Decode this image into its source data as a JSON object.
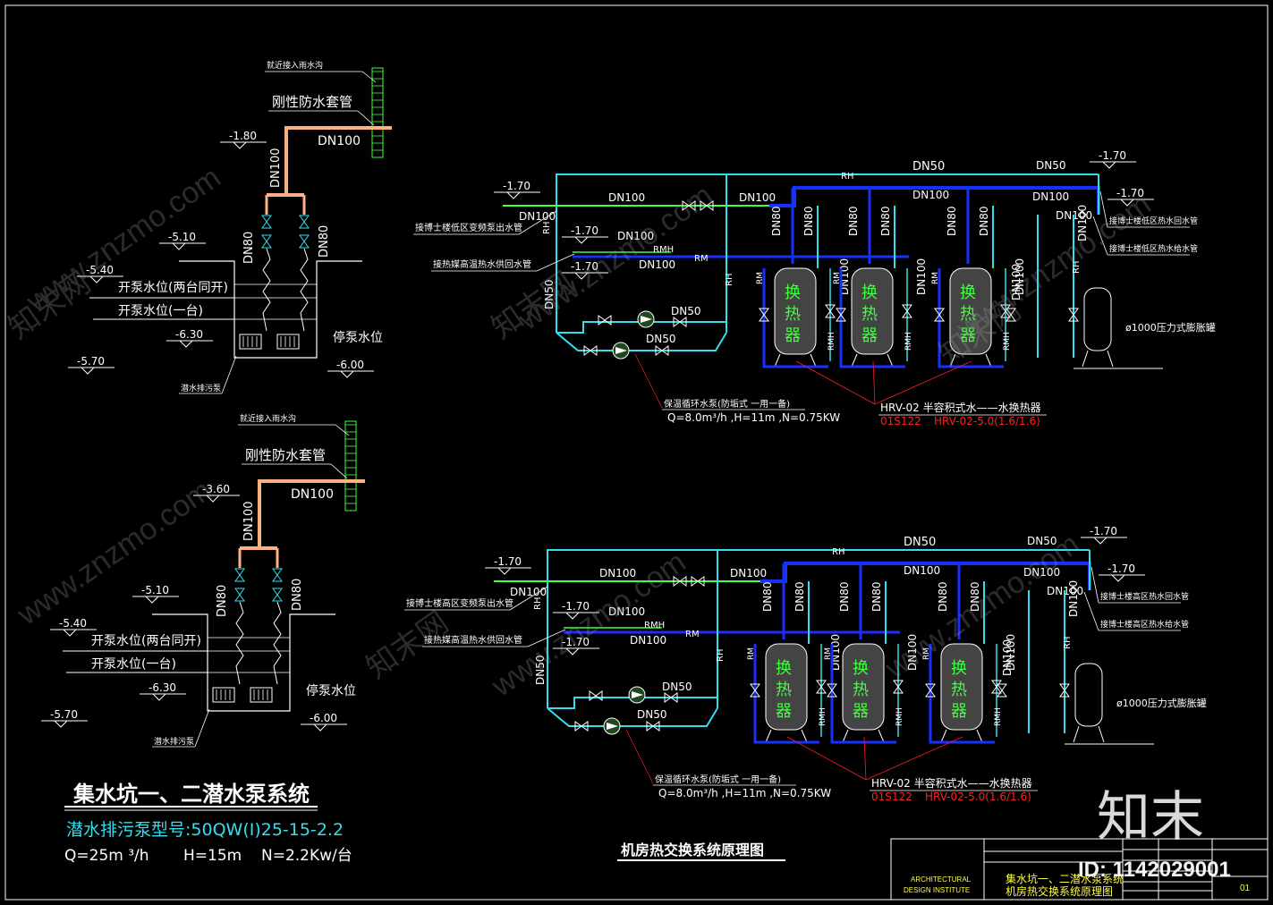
{
  "sump_system": {
    "title": "集水坑一、二潜水泵系统",
    "pump_model": "潜水排污泵型号:50QW(I)25-15-2.2",
    "pump_q": "Q=25m ³/h",
    "pump_h": "H=15m",
    "pump_n": "N=2.2Kw/台"
  },
  "sump_units": [
    {
      "note_top": "就近接入雨水沟",
      "sleeve": "刚性防水套管",
      "dn_main": "DN100",
      "dn_riser": "DN100",
      "dn_left": "DN80",
      "dn_right": "DN80",
      "el_top": "-1.80",
      "el_ground": "-5.10",
      "el_left": "-5.40",
      "el_mid": "-6.30",
      "el_outer": "-5.70",
      "el_bottom": "-6.00",
      "level_both": "开泵水位(两台同开)",
      "level_one": "开泵水位(一台)",
      "level_stop": "停泵水位",
      "pump_label": "潜水排污泵"
    },
    {
      "note_top": "就近接入雨水沟",
      "sleeve": "刚性防水套管",
      "dn_main": "DN100",
      "dn_riser": "DN100",
      "dn_left": "DN80",
      "dn_right": "DN80",
      "el_top": "-3.60",
      "el_ground": "-5.10",
      "el_left": "-5.40",
      "el_mid": "-6.30",
      "el_outer": "-5.70",
      "el_bottom": "-6.00",
      "level_both": "开泵水位(两台同开)",
      "level_one": "开泵水位(一台)",
      "level_stop": "停泵水位",
      "pump_label": "潜水排污泵"
    }
  ],
  "heat_diagrams": [
    {
      "src_label": "接博士楼低区变频泵出水管",
      "ret_label": "接热媒高温热水供回水管",
      "out_hot": "接博士楼低区热水回水管",
      "out_supply": "接博士楼低区热水给水管",
      "el_a": "-1.70",
      "el_b": "-1.70",
      "el_c": "-1.70",
      "el_top": "-1.70",
      "el_right": "-1.70",
      "rh": "RH",
      "rm": "RM",
      "rmh": "RMH",
      "dn50": "DN50",
      "dn50b": "DN50",
      "dn100": "DN100",
      "dn80": "DN80",
      "exchanger": [
        "换",
        "热",
        "器"
      ],
      "pump_spec": "保温循环水泵(防垢式 一用一备)",
      "pump_q": "Q=8.0m³/h ,H=11m ,N=0.75KW",
      "hx_spec": "HRV-02 半容积式水——水换热器",
      "hx_code": "01S122",
      "hx_model": "HRV-02-5.0(1.6/1.6)",
      "tank": "ø1000压力式膨胀罐"
    },
    {
      "src_label": "接博士楼高区变频泵出水管",
      "ret_label": "接热媒高温热水供回水管",
      "out_hot": "接博士楼高区热水回水管",
      "out_supply": "接博士楼高区热水给水管",
      "el_a": "-1.70",
      "el_b": "-1.70",
      "el_c": "-1.70",
      "el_top": "-1.70",
      "el_right": "-1.70",
      "rh": "RH",
      "rm": "RM",
      "rmh": "RMH",
      "dn50": "DN50",
      "dn50b": "DN50",
      "dn100": "DN100",
      "dn80": "DN80",
      "exchanger": [
        "换",
        "热",
        "器"
      ],
      "pump_spec": "保温循环水泵(防垢式 一用一备)",
      "pump_q": "Q=8.0m³/h ,H=11m ,N=0.75KW",
      "hx_spec": "HRV-02 半容积式水——水换热器",
      "hx_code": "01S122",
      "hx_model": "HRV-02-5.0(1.6/1.6)",
      "tank": "ø1000压力式膨胀罐"
    }
  ],
  "heat_title": "机房热交换系统原理图",
  "title_block": {
    "org_en_1": "ARCHITECTURAL",
    "org_en_2": "DESIGN INSTITUTE",
    "drawing_name_1": "集水坑一、二潜水泵系统",
    "drawing_name_2": "机房热交换系统原理图",
    "sheet_no": "01"
  },
  "watermarks": {
    "diag": "www.znzmo.com",
    "cn": "知末网",
    "logo": "知末",
    "id": "ID: 1142029001"
  },
  "colors": {
    "cyan": "#30e0f0",
    "blue": "#1830ff",
    "green": "#40ff40",
    "yellow": "#ffff40",
    "red": "#ff2020",
    "peach": "#ffb080",
    "white": "#ffffff"
  }
}
